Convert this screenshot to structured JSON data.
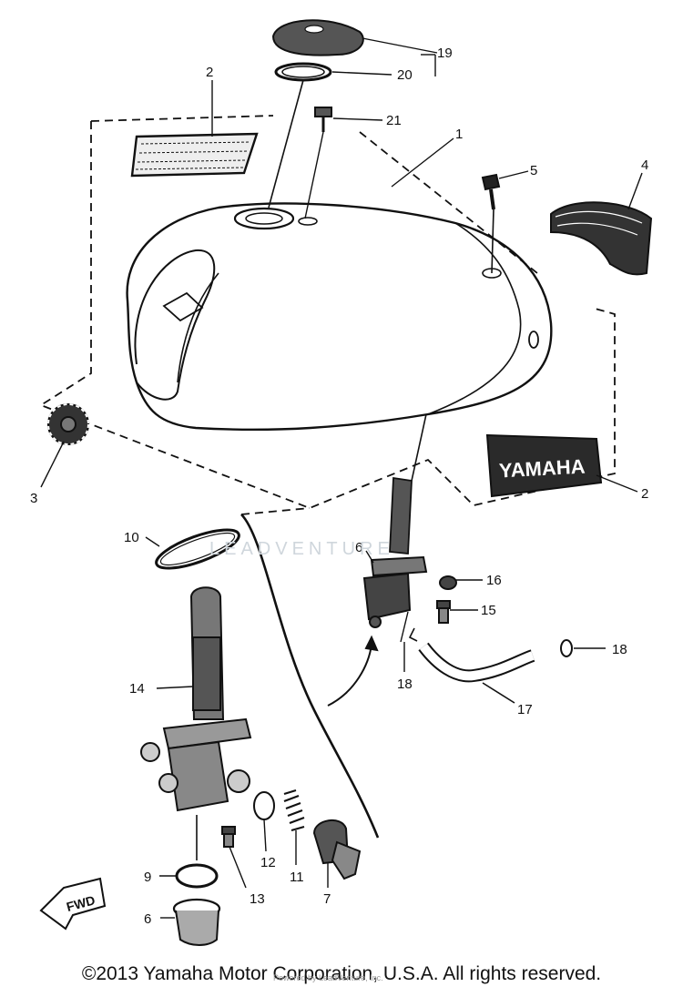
{
  "labels": {
    "p1": "1",
    "p2a": "2",
    "p2b": "2",
    "p3": "3",
    "p4": "4",
    "p5": "5",
    "p6a": "6",
    "p6b": "6",
    "p7": "7",
    "p9": "9",
    "p10": "10",
    "p11": "11",
    "p12": "12",
    "p13": "13",
    "p14": "14",
    "p15": "15",
    "p16": "16",
    "p17": "17",
    "p18a": "18",
    "p18b": "18",
    "p19": "19",
    "p20": "20",
    "p21": "21"
  },
  "emblem_text": "YAMAHA",
  "fwd_text": "FWD",
  "watermark": "LEADVENTURE",
  "watermark_sub": "Powered by LeadVenture, Inc.",
  "footer": "©2013 Yamaha Motor Corporation, U.S.A. All rights reserved."
}
